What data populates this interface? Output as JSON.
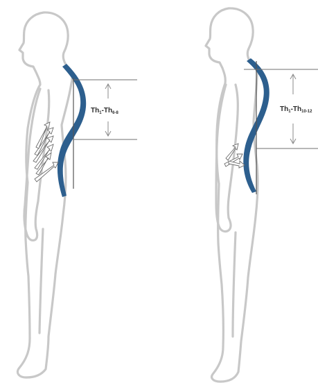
{
  "colors": {
    "spine": "#2d5f8e",
    "outline": "#c8c8c8",
    "lines": "#6f6f6f"
  },
  "figures": [
    {
      "name": "left-figure",
      "range_label": {
        "main": "Th",
        "sub1": "1",
        "dash": "-Th",
        "sub2": "6-8"
      }
    },
    {
      "name": "right-figure",
      "range_label": {
        "main": "Th",
        "sub1": "1",
        "dash": "-Th",
        "sub2": "10-12"
      }
    }
  ]
}
